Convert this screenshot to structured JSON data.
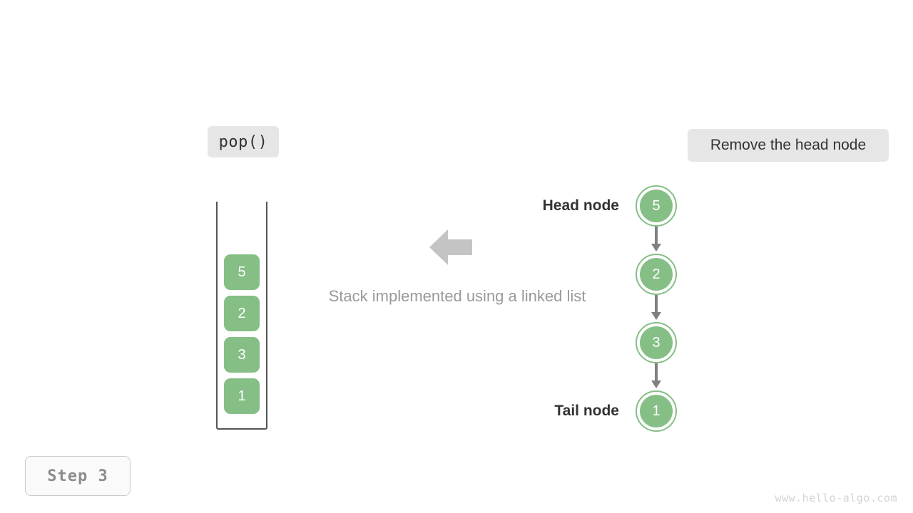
{
  "operation_badge": {
    "label": "pop()"
  },
  "action_badge": {
    "label": "Remove the head node"
  },
  "step_badge": {
    "label": "Step 3"
  },
  "watermark": {
    "label": "www.hello-algo.com"
  },
  "caption": {
    "text": "Stack implemented using a linked list"
  },
  "stack": {
    "cells": [
      {
        "value": "5"
      },
      {
        "value": "2"
      },
      {
        "value": "3"
      },
      {
        "value": "1"
      }
    ]
  },
  "linked_list": {
    "nodes": [
      {
        "value": "5"
      },
      {
        "value": "2"
      },
      {
        "value": "3"
      },
      {
        "value": "1"
      }
    ],
    "head_label": "Head node",
    "tail_label": "Tail node"
  },
  "colors": {
    "node_green": "#85bf86",
    "badge_background": "#e6e6e6",
    "arrow_gray": "#c4c4c4",
    "link_gray": "#808080",
    "container_border": "#555555",
    "caption_text": "#9a9a9a",
    "step_text": "#8c8c8c",
    "watermark_text": "#d4d4d4"
  }
}
